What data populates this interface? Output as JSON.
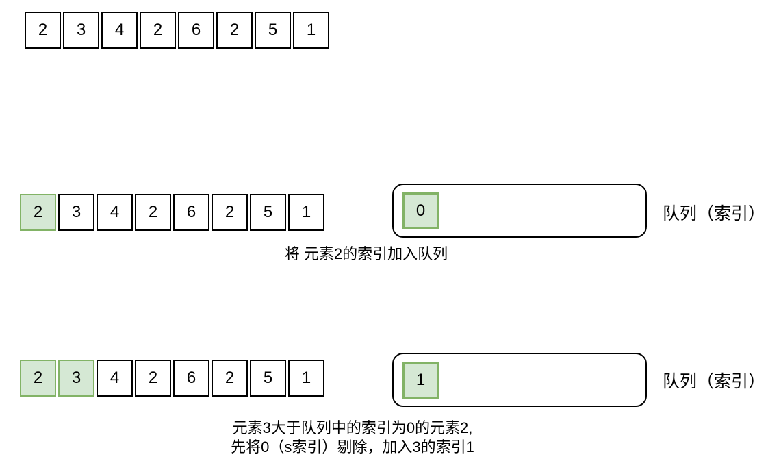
{
  "array_values": [
    "2",
    "3",
    "4",
    "2",
    "6",
    "2",
    "5",
    "1"
  ],
  "colors": {
    "background": "#ffffff",
    "cell_border": "#000000",
    "cell_fill": "#ffffff",
    "highlight_fill": "#d5e8d4",
    "highlight_border": "#82b366",
    "text": "#000000"
  },
  "steps": {
    "step1": {
      "highlighted_indices": [
        0
      ],
      "queue_items": [
        "0"
      ],
      "queue_label": "队列（索引）",
      "caption_lines": [
        "将 元素2的索引加入队列"
      ]
    },
    "step2": {
      "highlighted_indices": [
        0,
        1
      ],
      "queue_items": [
        "1"
      ],
      "queue_label": "队列（索引）",
      "caption_lines": [
        "元素3大于队列中的索引为0的元素2,",
        "先将0（s索引）剔除，加入3的索引1"
      ]
    }
  }
}
